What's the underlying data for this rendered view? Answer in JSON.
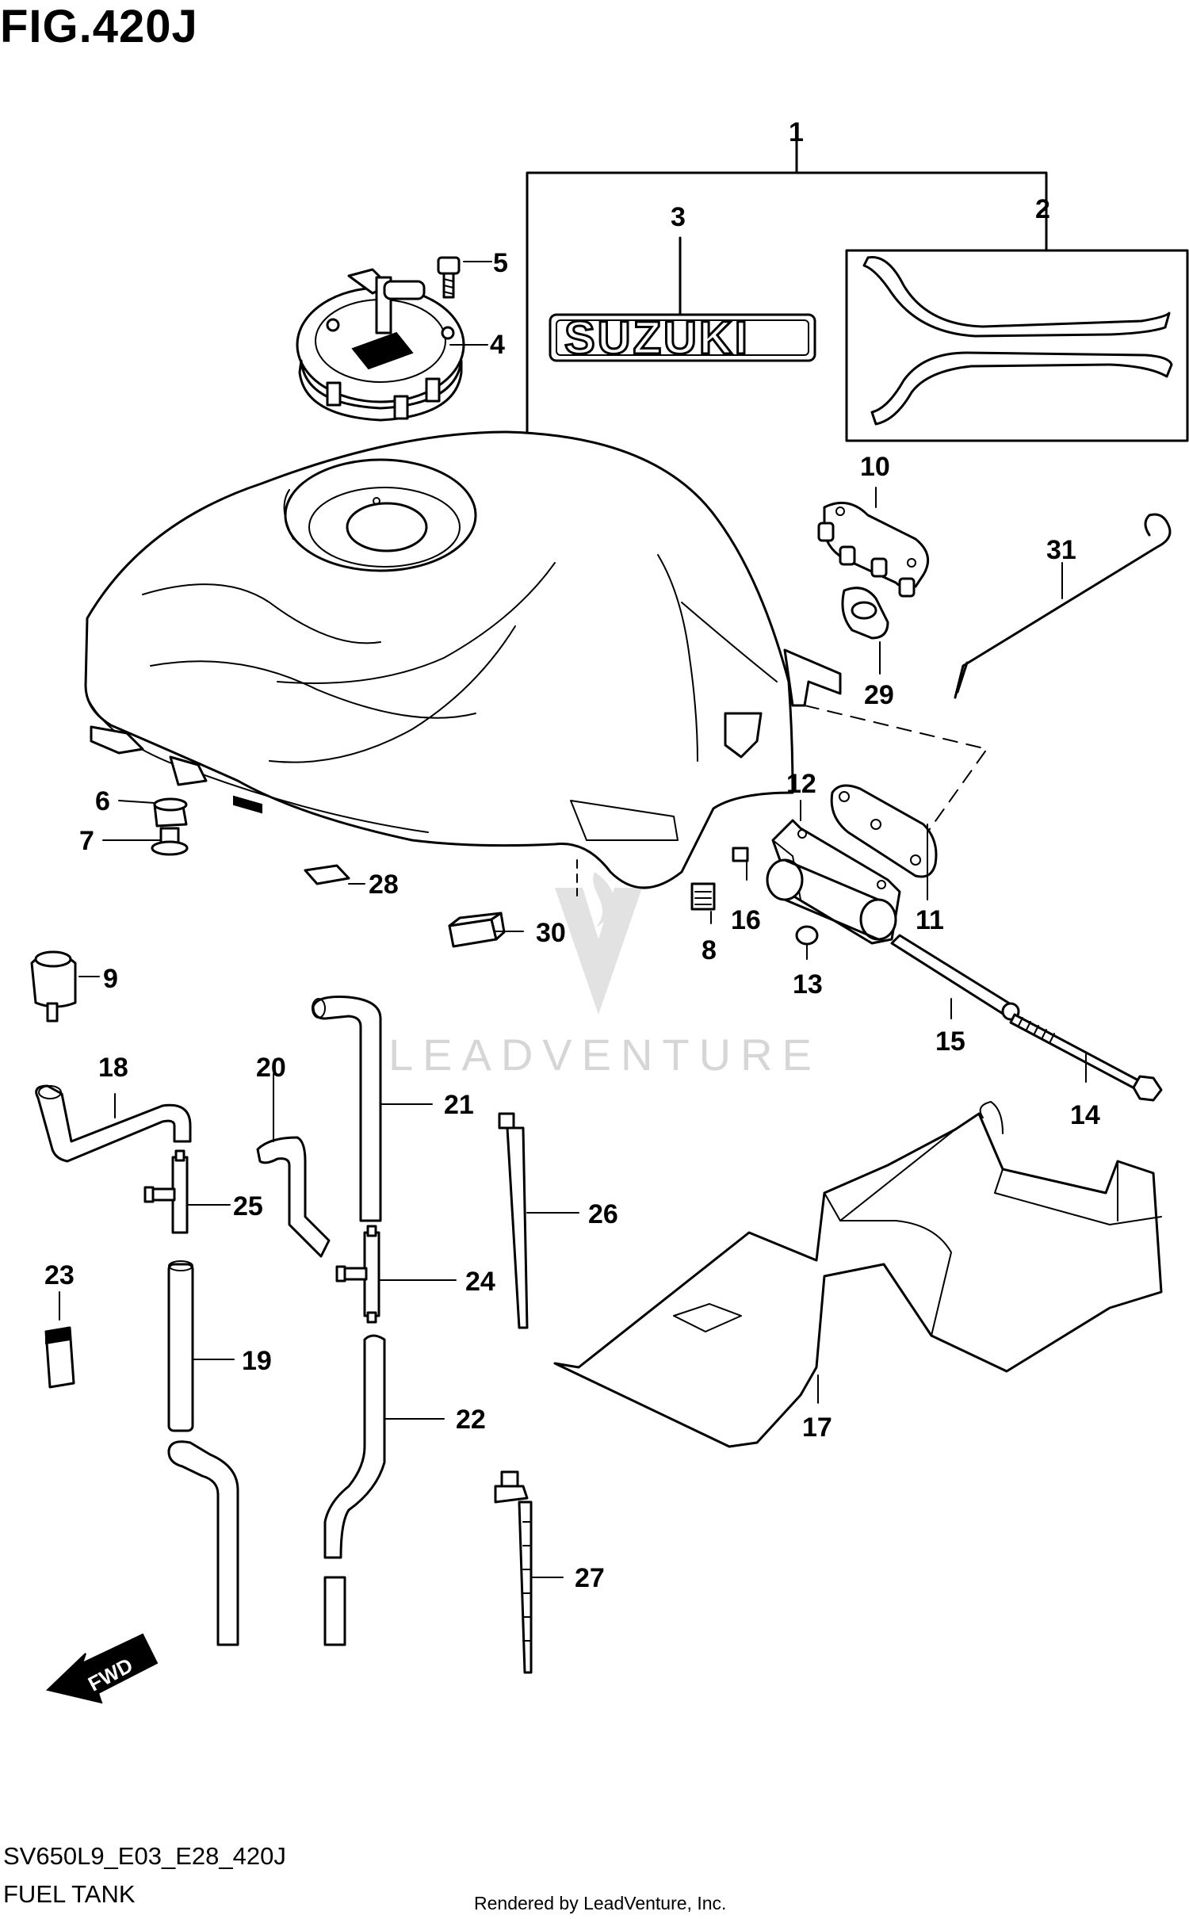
{
  "figure_title": "FIG.420J",
  "model_code": "SV650L9_E03_E28_420J",
  "section_name": "FUEL TANK",
  "rendered_by": "Rendered by LeadVenture, Inc.",
  "emblem_text": "SUZUKI",
  "fwd_label": "FWD",
  "watermark": "LEADVENTURE",
  "callouts": [
    "1",
    "2",
    "3",
    "4",
    "5",
    "6",
    "7",
    "8",
    "9",
    "10",
    "11",
    "12",
    "13",
    "14",
    "15",
    "16",
    "17",
    "18",
    "19",
    "20",
    "21",
    "22",
    "23",
    "24",
    "25",
    "26",
    "27",
    "28",
    "29",
    "30",
    "31"
  ]
}
